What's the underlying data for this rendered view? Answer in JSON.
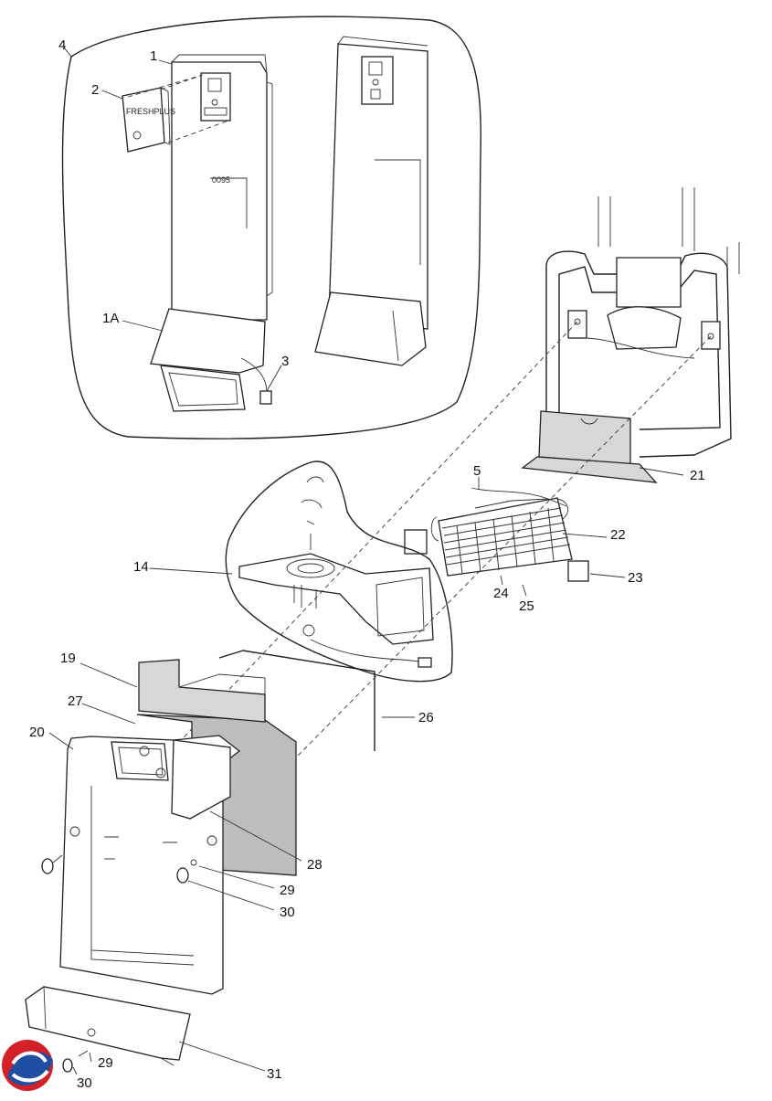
{
  "labels": {
    "p1": "1",
    "p1a": "1A",
    "p2": "2",
    "p3": "3",
    "p4": "4",
    "p5": "5",
    "p14": "14",
    "p19": "19",
    "p20": "20",
    "p21": "21",
    "p22": "22",
    "p23": "23",
    "p24": "24",
    "p25": "25",
    "p26": "26",
    "p27": "27",
    "p28": "28",
    "p29a": "29",
    "p29b": "29",
    "p30a": "30",
    "p30b": "30",
    "p31": "31"
  },
  "module_text": "FRESHPLUS",
  "colors": {
    "line": "#222222",
    "shade": "#d7d7d7",
    "logo_red": "#d42027",
    "logo_blue": "#1f4fa3"
  }
}
